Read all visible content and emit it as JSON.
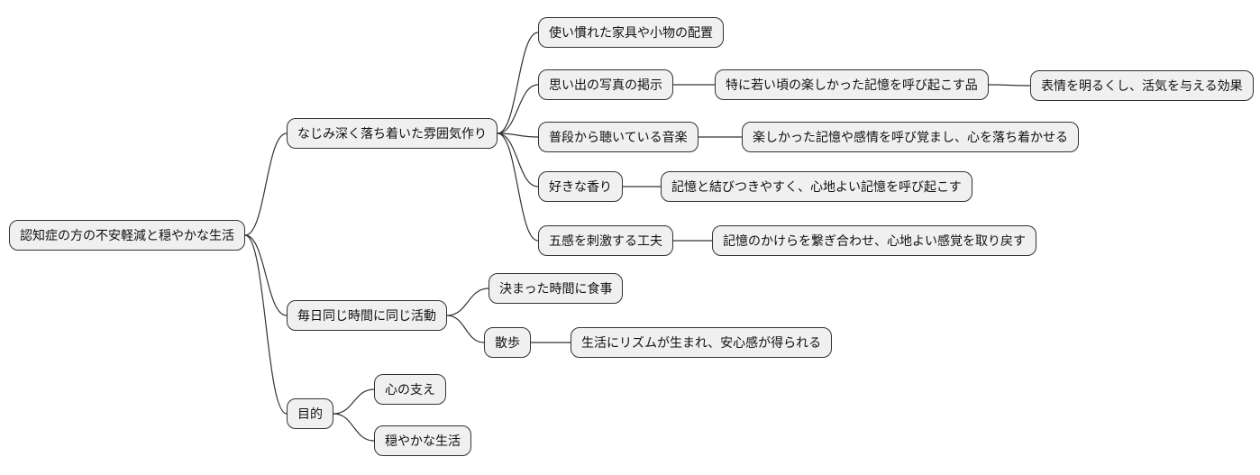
{
  "diagram": {
    "type": "mindmap",
    "background": "#ffffff",
    "colors": {
      "node_fill": "#f0f0f0",
      "node_border": "#333333",
      "edge": "#333333",
      "text": "#111111"
    },
    "nodes": {
      "root": {
        "label": "認知症の方の不安軽減と穏やかな生活"
      },
      "atmosphere": {
        "label": "なじみ深く落ち着いた雰囲気作り"
      },
      "furniture": {
        "label": "使い慣れた家具や小物の配置"
      },
      "photos": {
        "label": "思い出の写真の掲示"
      },
      "photos_detail": {
        "label": "特に若い頃の楽しかった記憶を呼び起こす品"
      },
      "photos_effect": {
        "label": "表情を明るくし、活気を与える効果"
      },
      "music": {
        "label": "普段から聴いている音楽"
      },
      "music_effect": {
        "label": "楽しかった記憶や感情を呼び覚まし、心を落ち着かせる"
      },
      "scent": {
        "label": "好きな香り"
      },
      "scent_effect": {
        "label": "記憶と結びつきやすく、心地よい記憶を呼び起こす"
      },
      "senses": {
        "label": "五感を刺激する工夫"
      },
      "senses_effect": {
        "label": "記憶のかけらを繋ぎ合わせ、心地よい感覚を取り戻す"
      },
      "routine": {
        "label": "毎日同じ時間に同じ活動"
      },
      "meals": {
        "label": "決まった時間に食事"
      },
      "walk": {
        "label": "散歩"
      },
      "walk_effect": {
        "label": "生活にリズムが生まれ、安心感が得られる"
      },
      "purpose": {
        "label": "目的"
      },
      "support": {
        "label": "心の支え"
      },
      "calm_life": {
        "label": "穏やかな生活"
      }
    },
    "edges": [
      [
        "root",
        "atmosphere"
      ],
      [
        "root",
        "routine"
      ],
      [
        "root",
        "purpose"
      ],
      [
        "atmosphere",
        "furniture"
      ],
      [
        "atmosphere",
        "photos"
      ],
      [
        "atmosphere",
        "music"
      ],
      [
        "atmosphere",
        "scent"
      ],
      [
        "atmosphere",
        "senses"
      ],
      [
        "photos",
        "photos_detail"
      ],
      [
        "photos_detail",
        "photos_effect"
      ],
      [
        "music",
        "music_effect"
      ],
      [
        "scent",
        "scent_effect"
      ],
      [
        "senses",
        "senses_effect"
      ],
      [
        "routine",
        "meals"
      ],
      [
        "routine",
        "walk"
      ],
      [
        "walk",
        "walk_effect"
      ],
      [
        "purpose",
        "support"
      ],
      [
        "purpose",
        "calm_life"
      ]
    ]
  }
}
